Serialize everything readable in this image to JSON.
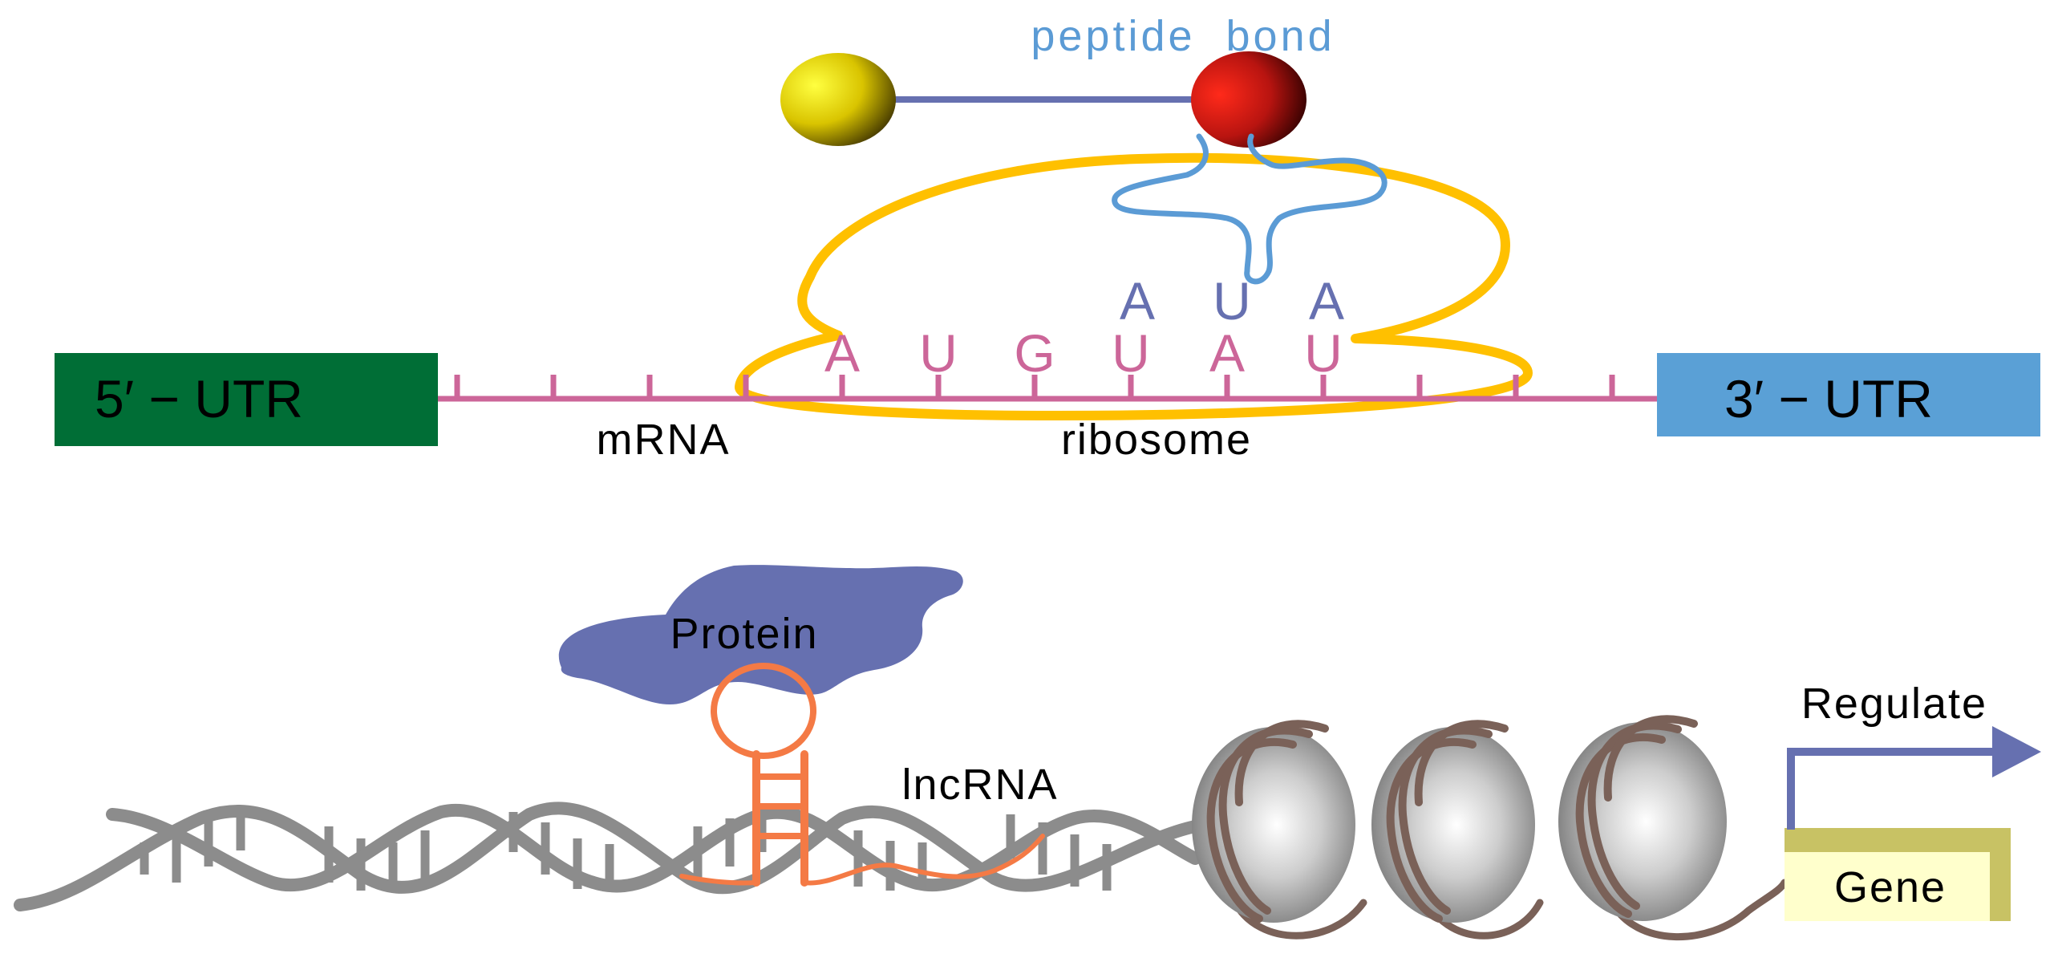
{
  "colors": {
    "utr5": "#006E36",
    "utr3": "#5AA0D6",
    "mrna": "#CC6699",
    "ribosome": "#FFC000",
    "trna": "#5B9BD5",
    "bond": "#6670B0",
    "anticodon": "#6670B0",
    "codon": "#CC6699",
    "protein": "#6670B0",
    "lncrna": "#F47A45",
    "dna": "#8C8C8C",
    "nucleosome_wrap": "#7A6158",
    "gene_box": "#FFFFCC",
    "gene_frame": "#C8C264",
    "regulate_arrow": "#6670B0"
  },
  "labels": {
    "peptide_bond": "peptide  bond",
    "utr5": "5′ − UTR",
    "utr3": "3′ − UTR",
    "mrna": "mRNA",
    "ribosome": "ribosome",
    "protein": "Protein",
    "lncrna": "lncRNA",
    "regulate": "Regulate",
    "gene": "Gene"
  },
  "anticodon": [
    "A",
    "U",
    "A"
  ],
  "codons": [
    "A",
    "U",
    "G",
    "U",
    "A",
    "U"
  ],
  "icons": {
    "amino_acid_left": "yellow-sphere",
    "amino_acid_right": "red-sphere",
    "trna": "trna-cloverleaf",
    "ribosome": "ribosome-outline",
    "protein": "protein-blob",
    "lncrna": "stem-loop",
    "dna": "double-helix",
    "nucleosome": "histone-sphere",
    "regulate": "arrow-right"
  }
}
